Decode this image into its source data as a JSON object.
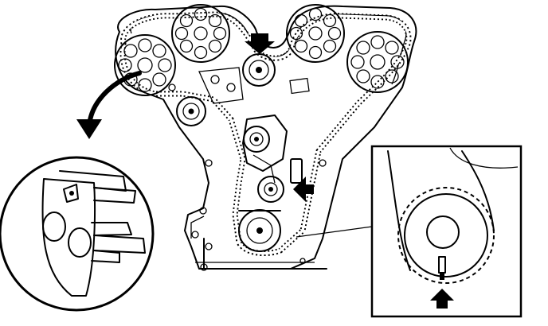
{
  "diagram": {
    "kind": "timing-belt-alignment",
    "ink_color": "#000000",
    "background_color": "#ffffff",
    "callouts": [
      {
        "name": "cam-sprocket-timing-mark-detail",
        "shape": "circle"
      },
      {
        "name": "crank-sprocket-timing-mark-detail",
        "shape": "rectangle"
      }
    ],
    "pointer_icons": [
      "arrow-down-icon",
      "arrow-left-icon",
      "arrow-up-icon",
      "curved-arrow-icon"
    ]
  }
}
